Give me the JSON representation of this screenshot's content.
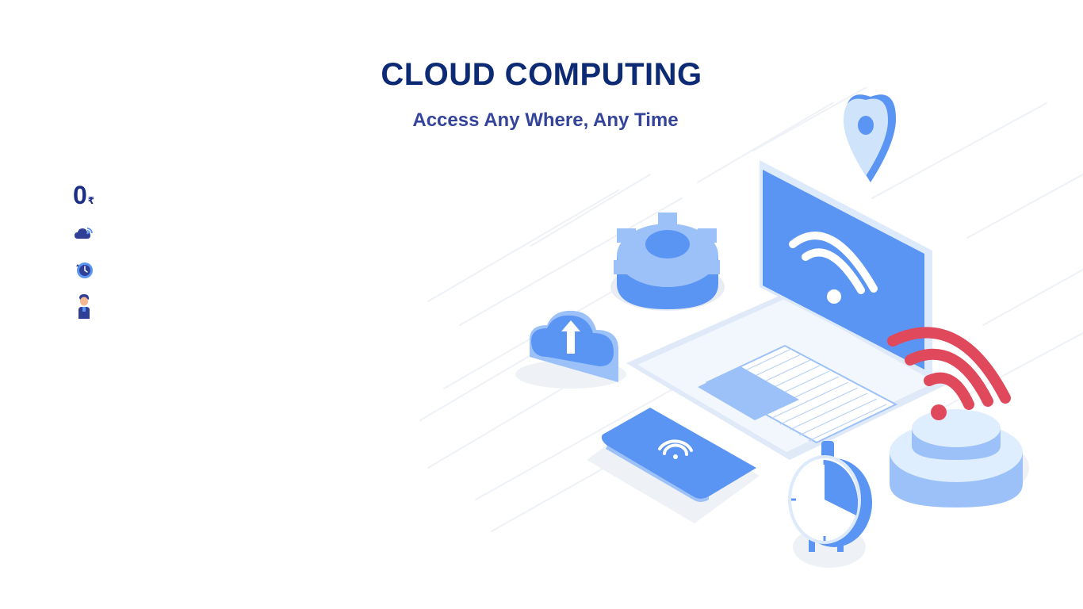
{
  "hero": {
    "title": "CLOUD COMPUTING",
    "subtitle": "Access Any Where, Any Time"
  },
  "features": [
    {
      "icon": "zero-rupee-icon",
      "value": "0",
      "unit": "₹"
    },
    {
      "icon": "cloud-wifi-icon"
    },
    {
      "icon": "clock-refresh-icon"
    },
    {
      "icon": "support-person-icon"
    }
  ],
  "colors": {
    "title": "#0d2a74",
    "subtitle": "#34449a",
    "primary_blue": "#5b95f3",
    "light_blue": "#dfeefe",
    "accent_red": "#e0485b"
  }
}
